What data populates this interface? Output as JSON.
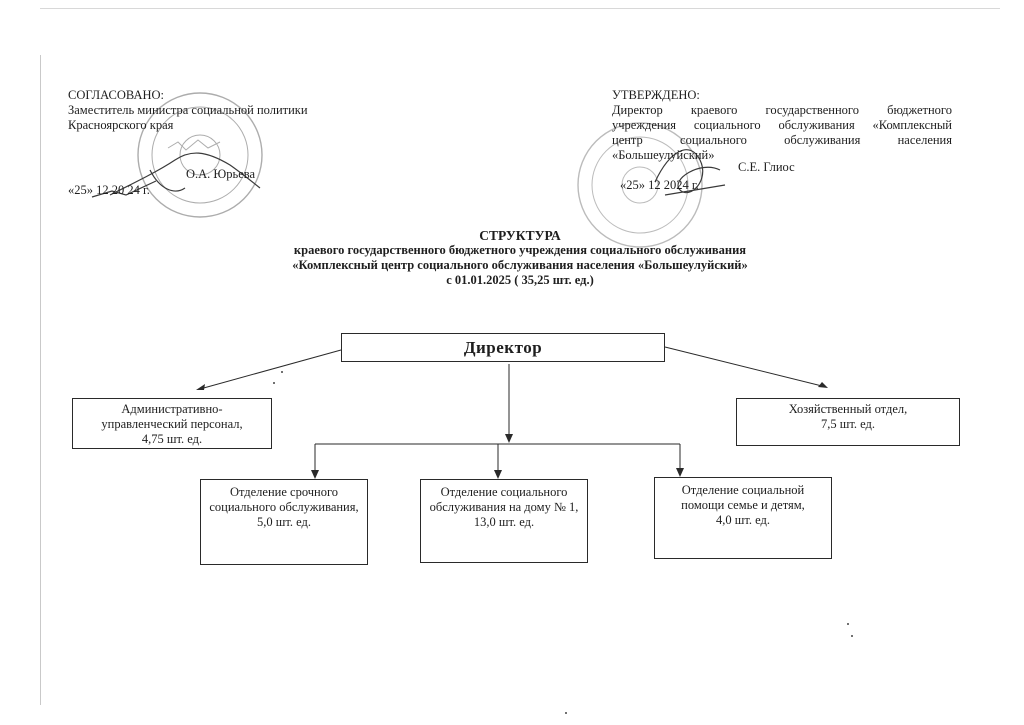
{
  "left_block": {
    "heading": "СОГЛАСОВАНО:",
    "line1": "Заместитель министра социальной политики",
    "line2": "Красноярского края",
    "signer": "О.А. Юрьева",
    "date": "«25» 12 20 24 г."
  },
  "right_block": {
    "heading": "УТВЕРЖДЕНО:",
    "line1": "Директор краевого государственного бюджетного",
    "line2": "учреждения социального обслуживания «Комплексный",
    "line3": "центр социального обслуживания населения",
    "line4": "«Большеулуйский»",
    "signer": "С.Е. Глиос",
    "date": "«25» 12 2024 г."
  },
  "title": {
    "main": "СТРУКТУРА",
    "line1": "краевого государственного бюджетного учреждения социального обслуживания",
    "line2": "«Комплексный центр социального обслуживания населения «Большеулуйский»",
    "line3": "с 01.01.2025 ( 35,25 шт. ед.)"
  },
  "org": {
    "director": "Директор",
    "admin": {
      "l1": "Административно-",
      "l2": "управленческий персонал,",
      "l3": "4,75 шт. ед."
    },
    "hoz": {
      "l1": "Хозяйственный отдел,",
      "l2": "7,5 шт. ед."
    },
    "urgent": {
      "l1": "Отделение срочного",
      "l2": "социального обслуживания,",
      "l3": "5,0 шт. ед."
    },
    "homecare": {
      "l1": "Отделение социального",
      "l2": "обслуживания на дому № 1,",
      "l3": "13,0 шт. ед."
    },
    "family": {
      "l1": "Отделение социальной",
      "l2": "помощи семье и детям,",
      "l3": "4,0 шт. ед."
    }
  }
}
